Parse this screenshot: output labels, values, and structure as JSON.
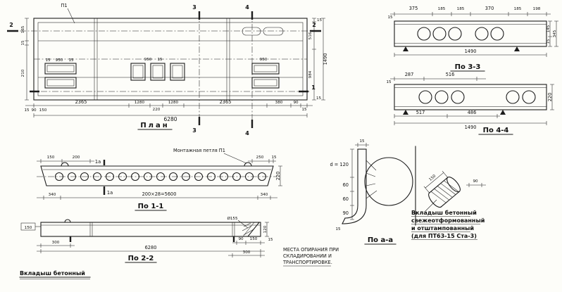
{
  "drawing": {
    "plan": {
      "title": "План",
      "mark_p1": "П1",
      "mark_1": "1",
      "mark_2": "2",
      "mark_3": "3",
      "mark_4": "4",
      "dims_bottom": [
        "2365",
        "1280",
        "220",
        "1280",
        "2365",
        "380",
        "90",
        "15"
      ],
      "dim_total_bottom": "6280",
      "dims_left_small": [
        "15",
        "90",
        "150"
      ],
      "dims_left": [
        "165",
        "15",
        "210"
      ],
      "dims_right": [
        "15",
        "516",
        "984",
        "15"
      ],
      "dim_total_right": "1490",
      "dims_inner": [
        "15",
        "950",
        "15",
        "950",
        "15",
        "950"
      ]
    },
    "sec33": {
      "title": "По 3-3",
      "dim_left": "15",
      "dims_top": [
        "375",
        "185",
        "185",
        "370",
        "185",
        "198"
      ],
      "dims_right": [
        "145",
        "15"
      ],
      "dim_right_outer": "345",
      "dim_bottom": "1490"
    },
    "sec44": {
      "title": "По 4-4",
      "dim_left": "15",
      "dims_top": [
        "287",
        "516"
      ],
      "dims_bottom": [
        "517",
        "486"
      ],
      "dim_bottom_total": "1490",
      "dim_right": "220"
    },
    "sec11": {
      "title": "По 1-1",
      "loop_label": "Монтажная петля П1",
      "mark_1a": "1а",
      "dims_top": [
        "150",
        "200",
        "250",
        "15"
      ],
      "dims_bottom": [
        "340",
        "200×28=5600",
        "340"
      ],
      "dim_right": "220"
    },
    "sec22": {
      "title": "По 2-2",
      "dim_left_box": "150",
      "dims_bottom": [
        "300",
        "6280",
        "300"
      ],
      "dims_right_small": [
        "90",
        "150"
      ],
      "dims_right_side": [
        "120",
        "15"
      ],
      "dim_dia": "Ø155",
      "note": "Вкладыш бетонный"
    },
    "secaa": {
      "title": "По а-а",
      "dims_left": [
        "d = 120",
        "60",
        "60",
        "90"
      ],
      "dim_top": "15",
      "dim_bottom": "15"
    },
    "insert": {
      "dim_dia": "150",
      "dim_len": "90",
      "lines": [
        "Вкладыш бетонный",
        "свежеотформованный",
        "и отштампованный",
        "(для ПТ63-15 Ста-3)"
      ]
    },
    "support_note": {
      "lines": [
        "МЕСТА ОПИРАНИЯ ПРИ",
        "СКЛАДИРОВАНИИ И",
        "ТРАНСПОРТИРОВКЕ."
      ]
    }
  }
}
